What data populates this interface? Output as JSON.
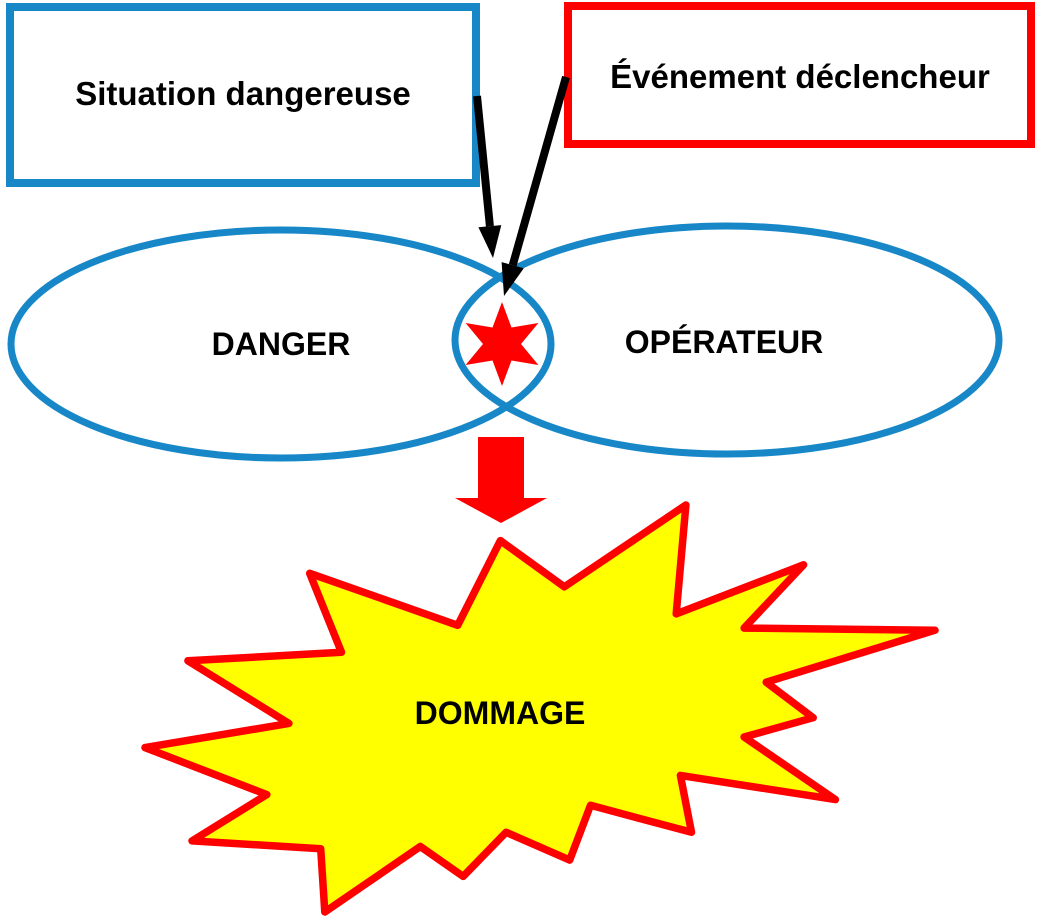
{
  "diagram": {
    "situation_box": {
      "label": "Situation dangereuse",
      "border_color": "#1787C8"
    },
    "event_box": {
      "label": "Événement déclencheur",
      "border_color": "#FF0000"
    },
    "danger_ellipse": {
      "label": "DANGER",
      "border_color": "#1787C8"
    },
    "operator_ellipse": {
      "label": "OPÉRATEUR",
      "border_color": "#1787C8"
    },
    "collision_star": {
      "icon": "six-point-star-icon",
      "color": "#FF0000"
    },
    "consequence_arrow": {
      "icon": "down-block-arrow-icon",
      "color": "#FF0000"
    },
    "damage_burst": {
      "label": "DOMMAGE",
      "fill_color": "#FFFF00",
      "border_color": "#FF0000"
    }
  },
  "colors": {
    "blue": "#1787C8",
    "red": "#FF0000",
    "yellow": "#FFFF00",
    "black": "#000000",
    "background": "#FFFFFF"
  }
}
